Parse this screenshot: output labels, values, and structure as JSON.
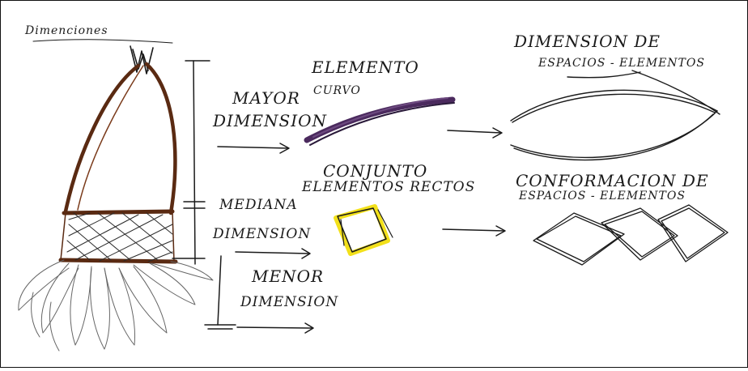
{
  "labels": {
    "dimensiones": "Dimenciones",
    "mayor_1": "MAYOR",
    "mayor_2": "DIMENSION",
    "mediana_1": "MEDIANA",
    "mediana_2": "DIMENSION",
    "menor_1": "MENOR",
    "menor_2": "DIMENSION",
    "elemento_1": "ELEMENTO",
    "elemento_2": "CURVO",
    "conjunto_1": "CONJUNTO",
    "conjunto_2": "ELEMENTOS RECTOS",
    "dim_espacios_1": "DIMENSION DE",
    "dim_espacios_2": "ESPACIOS - ELEMENTOS",
    "conformacion_1": "CONFORMACION DE",
    "conformacion_2": "ESPACIOS - ELEMENTOS"
  },
  "colors": {
    "body_brown": "#5a2a12",
    "curve_purple": "#4b2a5e",
    "square_yellow": "#f2e01a",
    "ink": "#1a1a1a"
  }
}
